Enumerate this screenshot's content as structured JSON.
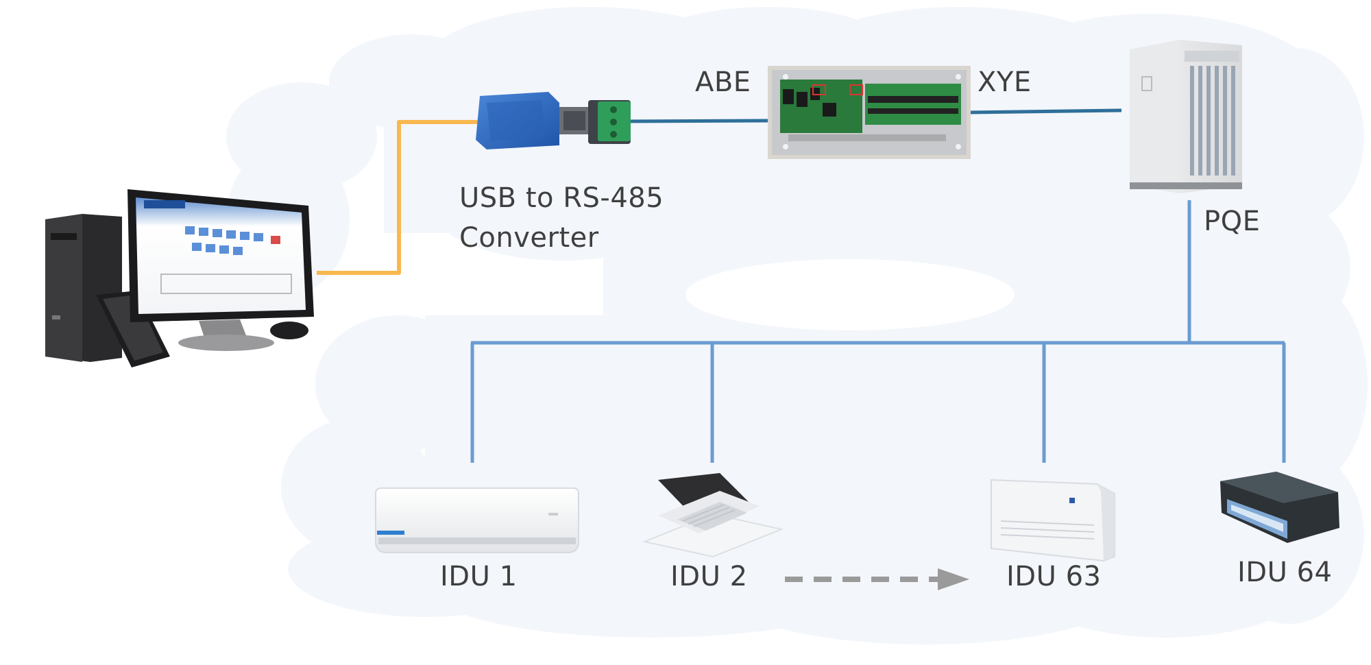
{
  "labels": {
    "abe": "ABE",
    "xye": "XYE",
    "pqe": "PQE",
    "usb_line1": "USB to RS-485",
    "usb_line2": "Converter",
    "idu1": "IDU 1",
    "idu2": "IDU 2",
    "idu63": "IDU 63",
    "idu64": "IDU 64"
  },
  "colors": {
    "bus_blue": "#6b9bd2",
    "usb_orange": "#f8b84e",
    "cable_teal": "#2f6f9a",
    "cloud_fill": "#f3f6fb",
    "arrow_gray": "#9a9a9a",
    "text": "#3f3f3f"
  },
  "icons": {
    "computer": "desktop-computer-icon",
    "usb_converter": "usb-rs485-converter-icon",
    "terminal_block": "green-terminal-block-icon",
    "gateway_board": "gateway-circuit-board-icon",
    "outdoor_unit": "vrf-outdoor-unit-icon",
    "wall_unit": "wall-mounted-ac-icon",
    "cassette_unit": "ceiling-cassette-ac-icon",
    "floor_ceiling_unit": "floor-ceiling-ac-icon",
    "duct_unit": "ducted-ac-icon"
  }
}
